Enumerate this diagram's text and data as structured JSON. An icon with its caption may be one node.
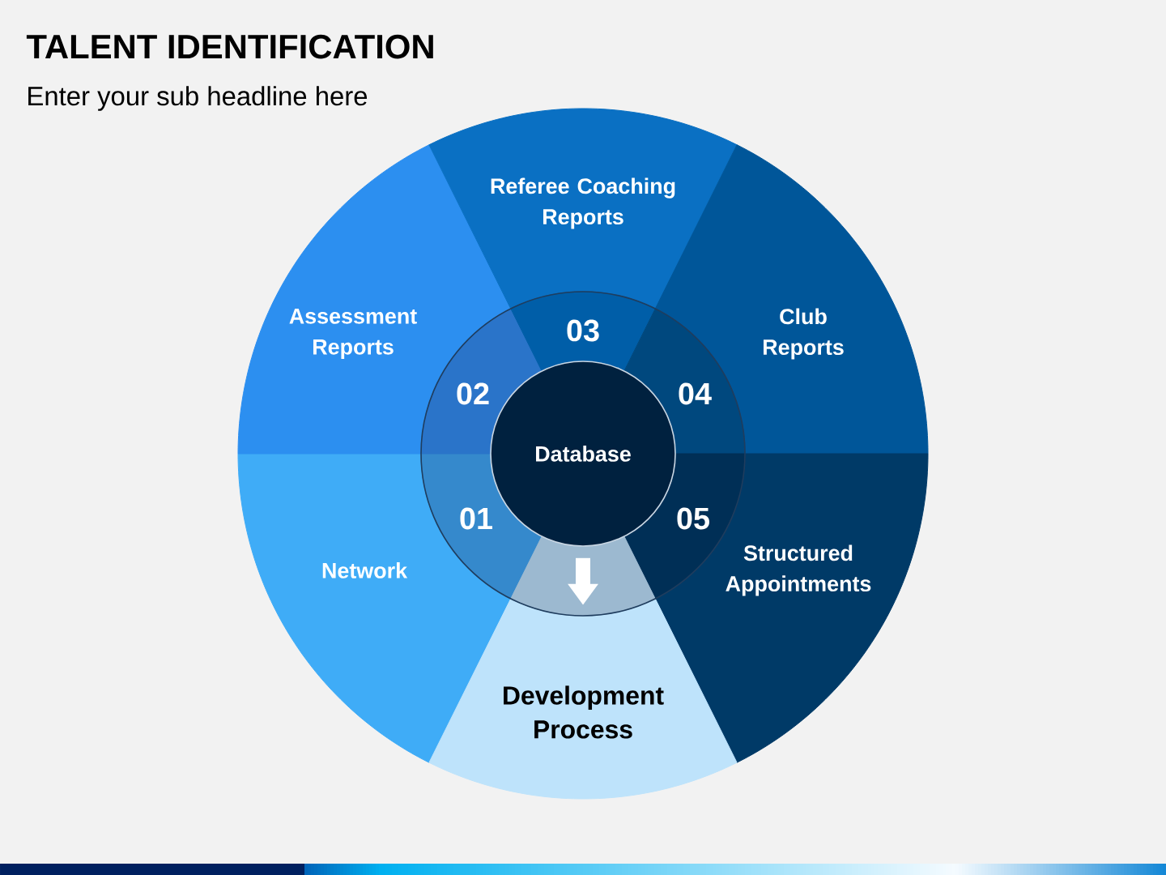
{
  "diagram": {
    "title": "TALENT IDENTIFICATION",
    "nodes": [
      {
        "text": [
          "Database"
        ]
      },
      {
        "text": [
          "01"
        ]
      },
      {
        "text": [
          "02"
        ]
      },
      {
        "text": [
          "03"
        ]
      },
      {
        "text": [
          "04"
        ]
      },
      {
        "text": [
          "05"
        ]
      },
      {
        "text": [
          "Network"
        ]
      },
      {
        "text": [
          "Assessment Reports"
        ]
      },
      {
        "text": [
          "Referee Coaching Reports"
        ]
      },
      {
        "text": [
          "Club Reports"
        ]
      },
      {
        "text": [
          "Structured Appointments"
        ]
      },
      {
        "text": [
          "Development Process"
        ]
      }
    ],
    "edges": [
      {
        "from": 0,
        "to": 11,
        "arrow": "to"
      }
    ],
    "labels": [
      "Enter your sub headline here"
    ]
  }
}
